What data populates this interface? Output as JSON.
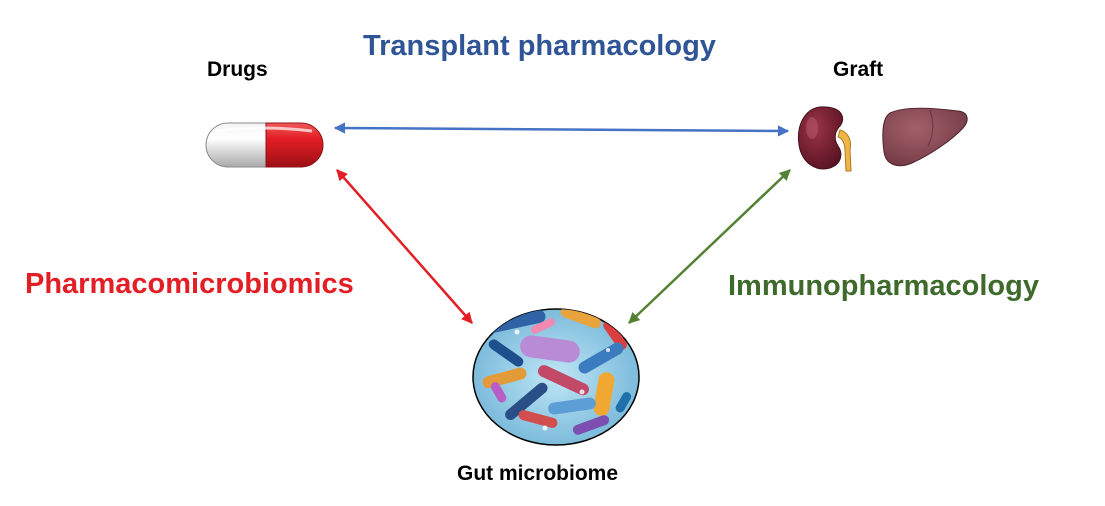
{
  "title": "Transplant pharmacology",
  "nodes": {
    "drugs": "Drugs",
    "graft": "Graft",
    "microbiome": "Gut microbiome"
  },
  "relations": {
    "drugs_microbiome": "Pharmacomicrobiomics",
    "graft_microbiome": "Immunopharmacology"
  },
  "colors": {
    "title": "#2F5597",
    "drugs_graft_arrow": "#4472C4",
    "pharmacomicrobiomics": "#E31E24",
    "immunopharmacology": "#3E6A2C"
  },
  "icons": [
    "capsule-icon",
    "kidney-icon",
    "liver-icon",
    "bacteria-icon"
  ]
}
